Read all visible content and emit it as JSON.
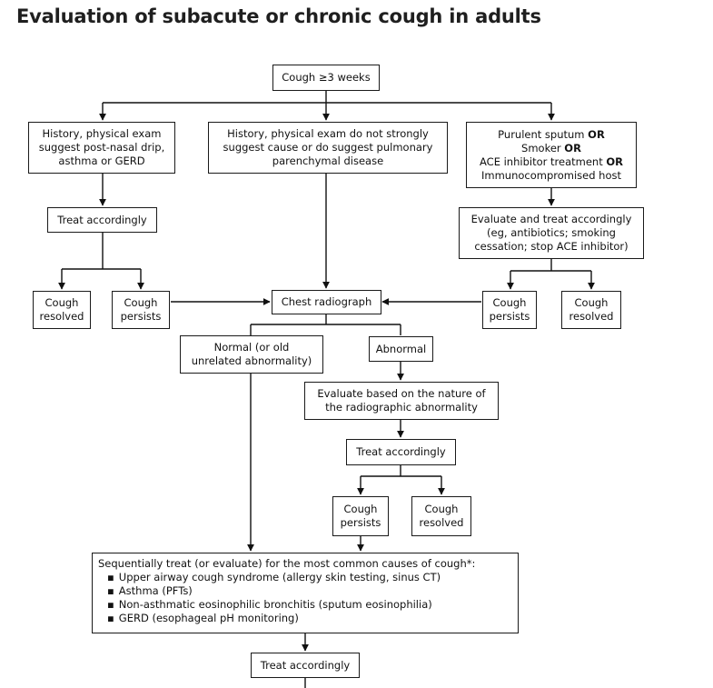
{
  "title": "Evaluation of subacute or chronic cough in adults",
  "nodes": {
    "cough3": "Cough ≥3 weeks",
    "hx_left": [
      "History, physical exam",
      "suggest post-nasal drip,",
      "asthma or GERD"
    ],
    "hx_mid": [
      "History, physical exam do not strongly",
      "suggest cause or do suggest pulmonary",
      "parenchymal disease"
    ],
    "hx_right": [
      {
        "pre": "Purulent sputum ",
        "bold": "OR"
      },
      {
        "pre": "Smoker ",
        "bold": "OR"
      },
      {
        "pre": "ACE inhibitor treatment ",
        "bold": "OR"
      },
      {
        "pre": "Immunocompromised host",
        "bold": ""
      }
    ],
    "treat_left": "Treat accordingly",
    "treat_right": [
      "Evaluate and treat accordingly",
      "(eg, antibiotics; smoking",
      "cessation; stop ACE inhibitor)"
    ],
    "resolved_l": [
      "Cough",
      "resolved"
    ],
    "persists_l": [
      "Cough",
      "persists"
    ],
    "chest": "Chest radiograph",
    "persists_r": [
      "Cough",
      "persists"
    ],
    "resolved_r": [
      "Cough",
      "resolved"
    ],
    "normal": [
      "Normal (or old",
      "unrelated abnormality)"
    ],
    "abnormal": "Abnormal",
    "evaluate_nature": [
      "Evaluate based on the nature of",
      "the radiographic abnormality"
    ],
    "treat_mid": "Treat accordingly",
    "persists_m": [
      "Cough",
      "persists"
    ],
    "resolved_m": [
      "Cough",
      "resolved"
    ],
    "sequential": {
      "heading": "Sequentially treat (or evaluate) for the most common causes of cough*:",
      "items": [
        "Upper airway cough syndrome (allergy skin testing, sinus CT)",
        "Asthma (PFTs)",
        "Non-asthmatic eosinophilic bronchitis (sputum eosinophilia)",
        "GERD (esophageal pH monitoring)"
      ]
    },
    "treat_bottom": "Treat accordingly"
  }
}
